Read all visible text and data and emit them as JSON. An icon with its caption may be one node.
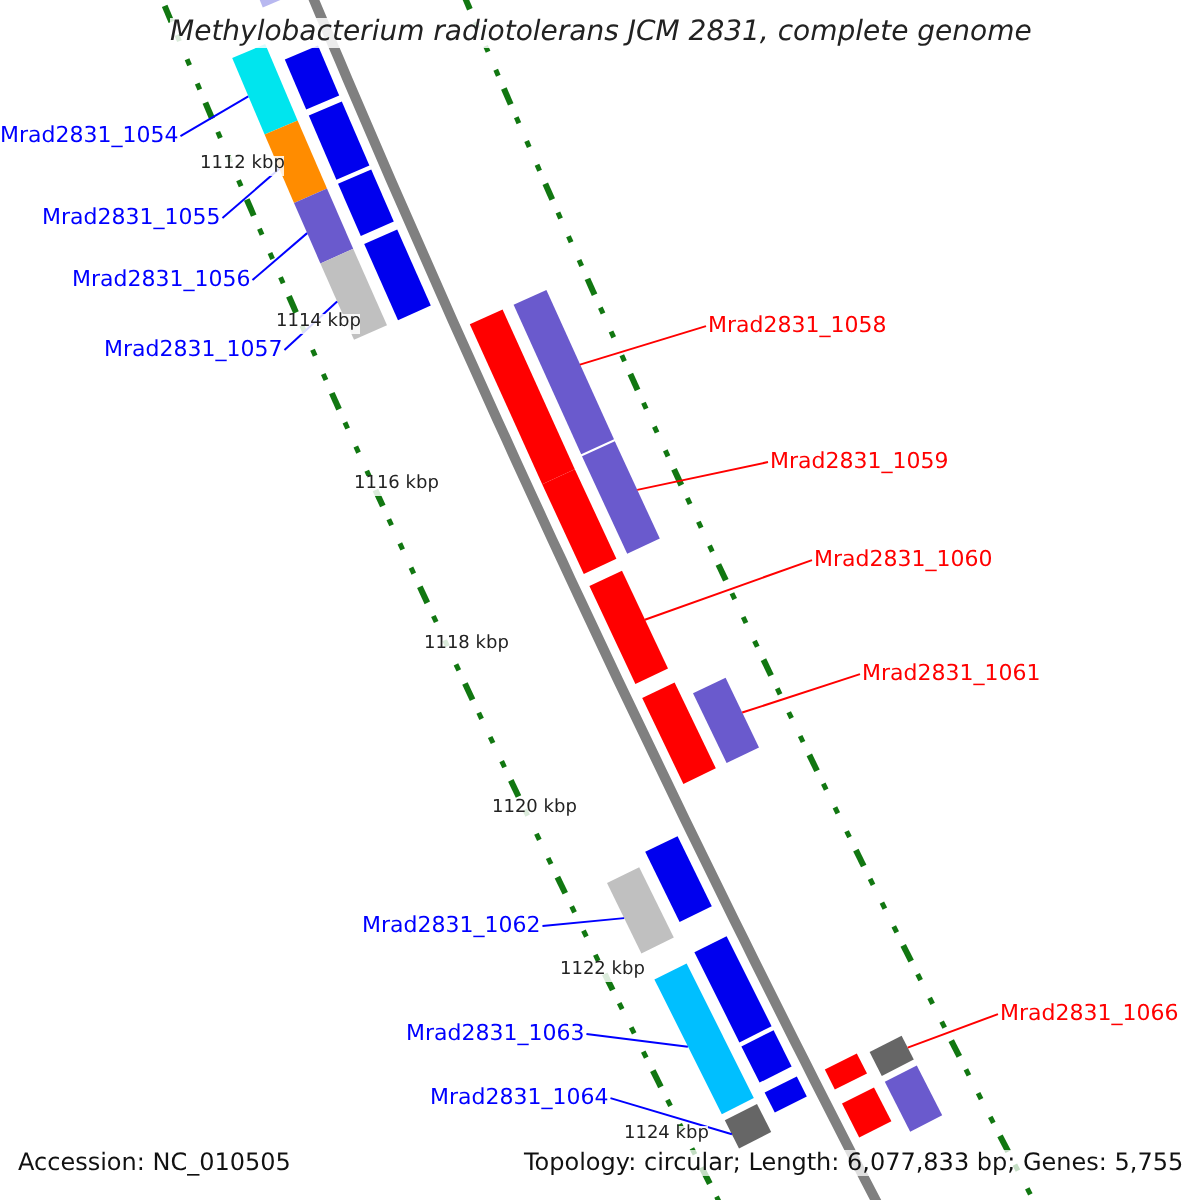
{
  "diagram": {
    "title": "Methylobacterium radiotolerans JCM 2831, complete genome",
    "nodes": [
      {
        "text": [
          "Mrad2831_1054"
        ]
      },
      {
        "text": [
          "Mrad2831_1055"
        ]
      },
      {
        "text": [
          "Mrad2831_1056"
        ]
      },
      {
        "text": [
          "Mrad2831_1057"
        ]
      },
      {
        "text": [
          "Mrad2831_1058"
        ]
      },
      {
        "text": [
          "Mrad2831_1059"
        ]
      },
      {
        "text": [
          "Mrad2831_1060"
        ]
      },
      {
        "text": [
          "Mrad2831_1061"
        ]
      },
      {
        "text": [
          "Mrad2831_1062"
        ]
      },
      {
        "text": [
          "Mrad2831_1063"
        ]
      },
      {
        "text": [
          "Mrad2831_1064"
        ]
      },
      {
        "text": [
          "Mrad2831_1066"
        ]
      },
      {
        "text": [],
        "shape": "bar"
      },
      {
        "text": [],
        "shape": "bar"
      },
      {
        "text": [],
        "shape": "bar"
      },
      {
        "text": [],
        "shape": "bar"
      },
      {
        "text": [],
        "shape": "bar"
      },
      {
        "text": [],
        "shape": "bar"
      },
      {
        "text": [],
        "shape": "bar"
      },
      {
        "text": [],
        "shape": "bar"
      },
      {
        "text": [],
        "shape": "bar"
      },
      {
        "text": [],
        "shape": "bar"
      },
      {
        "text": [],
        "shape": "bar"
      },
      {
        "text": [],
        "shape": "bar"
      },
      {
        "text": [],
        "shape": "bar"
      },
      {
        "text": [],
        "shape": "bar"
      },
      {
        "text": [],
        "shape": "bar"
      },
      {
        "text": [],
        "shape": "bar"
      },
      {
        "text": [],
        "shape": "bar"
      },
      {
        "text": [],
        "shape": "bar"
      },
      {
        "text": [],
        "shape": "bar"
      },
      {
        "text": [],
        "shape": "bar"
      },
      {
        "text": [],
        "shape": "bar"
      },
      {
        "text": [],
        "shape": "bar"
      },
      {
        "text": [],
        "shape": "bar"
      },
      {
        "text": [],
        "shape": "bar"
      },
      {
        "text": [],
        "shape": "bar"
      },
      {
        "text": [],
        "shape": "bar"
      },
      {
        "text": [],
        "shape": "bar"
      }
    ],
    "edges": [
      {
        "from": 0,
        "to": 12,
        "arrow": "none"
      },
      {
        "from": 1,
        "to": 13,
        "arrow": "none"
      },
      {
        "from": 2,
        "to": 14,
        "arrow": "none"
      },
      {
        "from": 3,
        "to": 15,
        "arrow": "none"
      },
      {
        "from": 4,
        "to": 16,
        "arrow": "none",
        "color": "#ff0000"
      },
      {
        "from": 5,
        "to": 17,
        "arrow": "none",
        "color": "#ff0000"
      },
      {
        "from": 6,
        "to": 18,
        "arrow": "none",
        "color": "#ff0000"
      },
      {
        "from": 7,
        "to": 19,
        "arrow": "none",
        "color": "#ff0000"
      },
      {
        "from": 8,
        "to": 20,
        "arrow": "none"
      },
      {
        "from": 9,
        "to": 21,
        "arrow": "none"
      },
      {
        "from": 10,
        "to": 22,
        "arrow": "none"
      },
      {
        "from": 11,
        "to": 23,
        "arrow": "none",
        "color": "#ff0000"
      }
    ],
    "labels": [
      "1112 kbp",
      "1114 kbp",
      "1116 kbp",
      "1118 kbp",
      "1120 kbp",
      "1122 kbp",
      "1124 kbp",
      "Accession: NC_010505",
      "Topology: circular; Length: 6,077,833 bp; Genes: 5,755"
    ]
  }
}
